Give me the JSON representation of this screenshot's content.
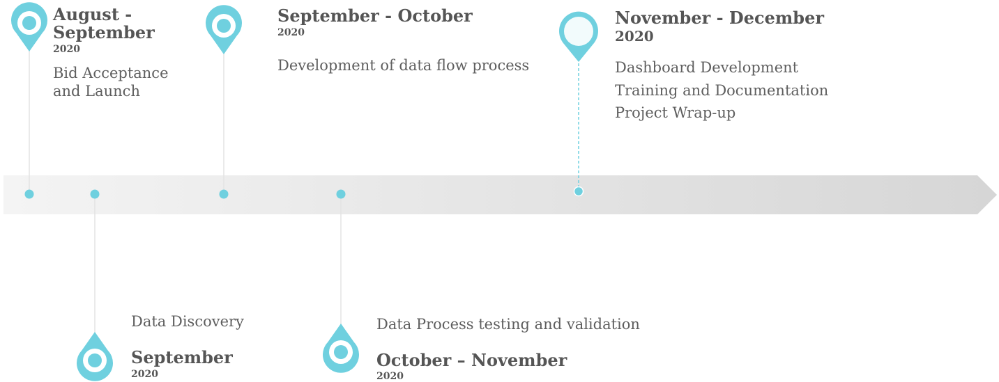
{
  "colors": {
    "accent": "#6fd0df",
    "arrow_start": "#f4f4f4",
    "arrow_end": "#d6d6d6",
    "connector": "#e3e3e3",
    "text": "#5a5a5a"
  },
  "milestones": [
    {
      "id": "aug-sep",
      "period_lines": [
        "August -",
        "September"
      ],
      "year": "2020",
      "description_lines": [
        "Bid Acceptance",
        "and Launch"
      ],
      "icon": "map-pin-icon"
    },
    {
      "id": "sep",
      "period": "September",
      "year": "2020",
      "description": "Data Discovery",
      "icon": "map-pin-icon"
    },
    {
      "id": "sep-oct",
      "period": "September - October",
      "year": "2020",
      "description": "Development of data flow process",
      "icon": "map-pin-icon"
    },
    {
      "id": "oct-nov",
      "period": "October – November",
      "year": "2020",
      "description": "Data Process testing and validation",
      "icon": "map-pin-icon"
    },
    {
      "id": "nov-dec",
      "period": "November - December",
      "year": "2020",
      "items": [
        "Dashboard Development",
        "Training and Documentation",
        "Project Wrap-up"
      ],
      "icon": "map-pin-icon"
    }
  ]
}
